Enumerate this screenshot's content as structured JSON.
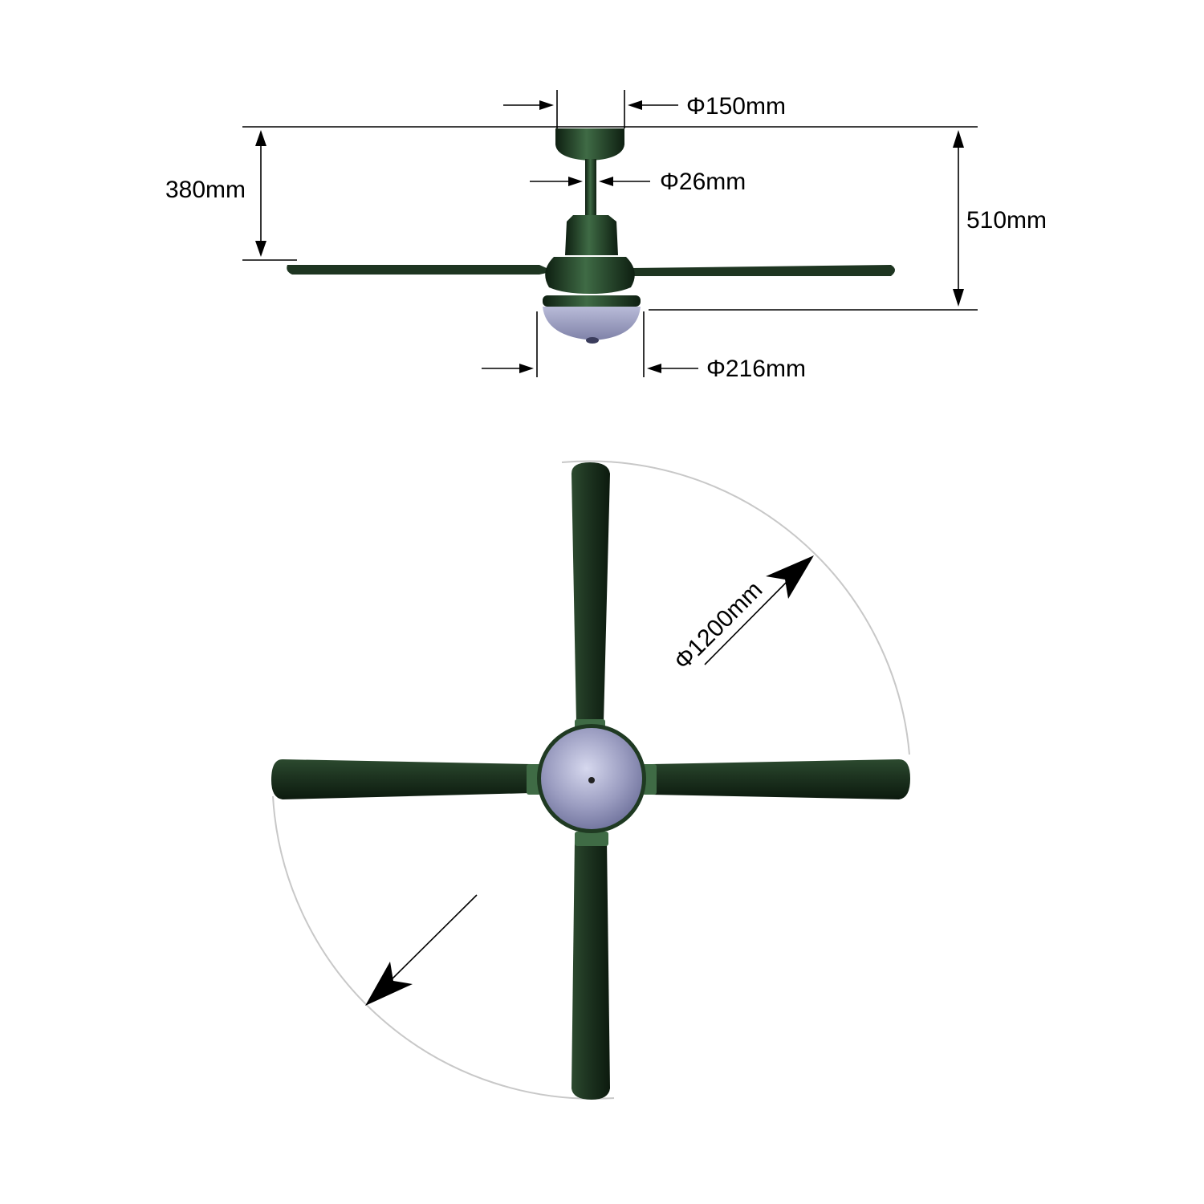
{
  "labels": {
    "canopy_diameter": "Φ150mm",
    "downrod_diameter": "Φ26mm",
    "ceiling_to_blade": "380mm",
    "overall_height": "510mm",
    "light_diameter": "Φ216mm",
    "sweep_diameter": "Φ1200mm"
  },
  "colors": {
    "body": "#1f3a22",
    "body_dark": "#0e1f11",
    "body_light": "#3f6b45",
    "glass": "#9a9cc0",
    "glass_light": "#d6d8ee",
    "sweep_arc": "#c8c8c8"
  }
}
